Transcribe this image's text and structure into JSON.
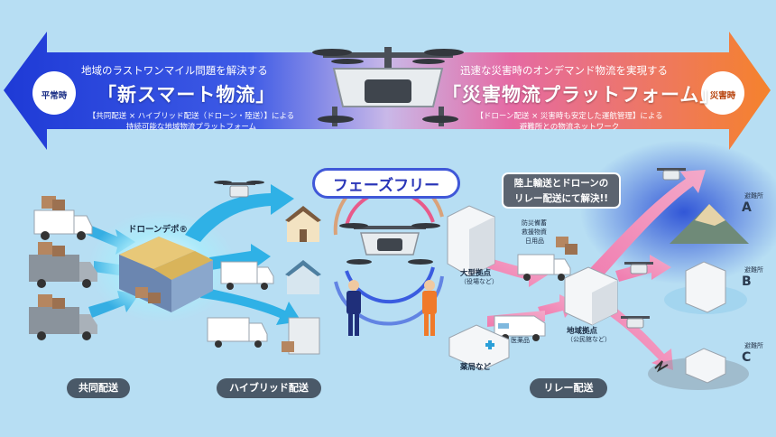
{
  "banner": {
    "normal_label": "平常時",
    "disaster_label": "災害時",
    "left_lead": "地域のラストワンマイル問題を解決する",
    "left_title": "「新スマート物流」",
    "left_note_1": "【共同配送 × ハイブリッド配送（ドローン・陸送）】による",
    "left_note_2": "持続可能な地域物流プラットフォーム",
    "right_lead": "迅速な災害時のオンデマンド物流を実現する",
    "right_title": "「災害物流プラットフォーム」",
    "right_note_1": "【ドローン配送 × 災害時も安定した運航管理】による",
    "right_note_2": "避難所との物流ネットワーク"
  },
  "center": {
    "phase_free": "フェーズフリー",
    "callout_1": "陸上輸送とドローンの",
    "callout_2": "リレー配送にて解決!!"
  },
  "labels": {
    "drone_depot": "ドローンデポ®",
    "supplies_1": "防災備蓄",
    "supplies_2": "救援物資",
    "supplies_3": "日用品",
    "large_hub": "大型拠点",
    "large_hub_sub": "（役場など）",
    "regional_hub": "地域拠点",
    "regional_hub_sub": "（公民館など）",
    "medicine": "医薬品",
    "pharmacy": "薬局など"
  },
  "shelters": [
    {
      "label": "避難所",
      "letter": "A"
    },
    {
      "label": "避難所",
      "letter": "B"
    },
    {
      "label": "避難所",
      "letter": "C"
    }
  ],
  "bottom_tags": {
    "joint": "共同配送",
    "hybrid": "ハイブリッド配送",
    "relay": "リレー配送"
  },
  "colors": {
    "background": "#b7def3",
    "normal_blue": "#2a47d8",
    "disaster_orange": "#f07a2a",
    "relay_pink": "#ee6aa6",
    "drone_path_blue": "#2fb1e6"
  }
}
